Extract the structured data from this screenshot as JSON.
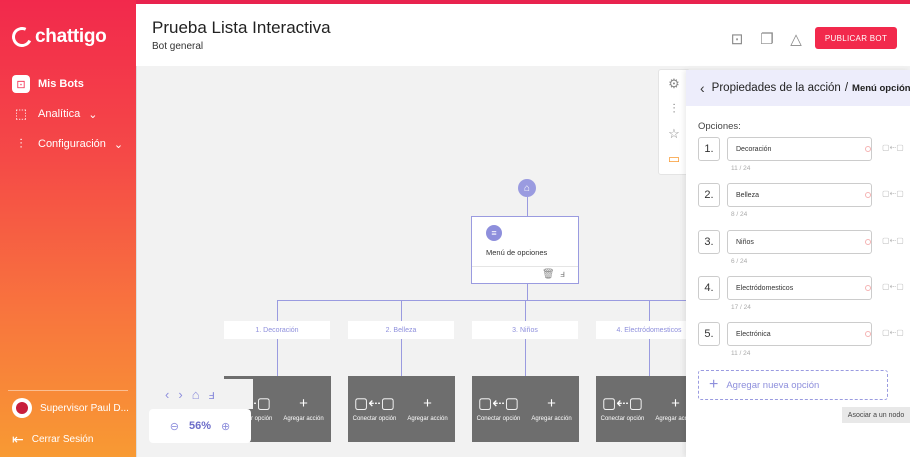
{
  "brand": {
    "name": "chattigo",
    "accent": "#f2294c",
    "node_color": "#9a9be0"
  },
  "sidebar": {
    "items": [
      {
        "label": "Mis Bots",
        "icon": "robot-icon"
      },
      {
        "label": "Analítica",
        "icon": "chart-icon"
      },
      {
        "label": "Configuración",
        "icon": "sliders-icon"
      }
    ],
    "user": "Supervisor Paul D...",
    "logout": "Cerrar Sesión"
  },
  "header": {
    "title": "Prueba Lista Interactiva",
    "subtitle": "Bot general",
    "publish_label": "PUBLICAR BOT"
  },
  "canvas": {
    "menu_node_label": "Menú de opciones",
    "options": [
      "1. Decoración",
      "2. Belleza",
      "3. Niños",
      "4. Electródomesticos"
    ],
    "card_connect": "Conectar opción",
    "card_add": "Agregar acción",
    "zoom": "56%"
  },
  "panel": {
    "title": "Propiedades de la acción",
    "separator": "/",
    "subtitle": "Menú opción",
    "options_label": "Opciones:",
    "options": [
      {
        "num": "1.",
        "value": "Decoración",
        "count": "11 / 24"
      },
      {
        "num": "2.",
        "value": "Belleza",
        "count": "8 / 24"
      },
      {
        "num": "3.",
        "value": "Niños",
        "count": "6 / 24"
      },
      {
        "num": "4.",
        "value": "Electródomesticos",
        "count": "17 / 24"
      },
      {
        "num": "5.",
        "value": "Electrónica",
        "count": "11 / 24"
      }
    ],
    "add_option": "Agregar nueva opción",
    "tooltip": "Asociar a un nodo"
  }
}
